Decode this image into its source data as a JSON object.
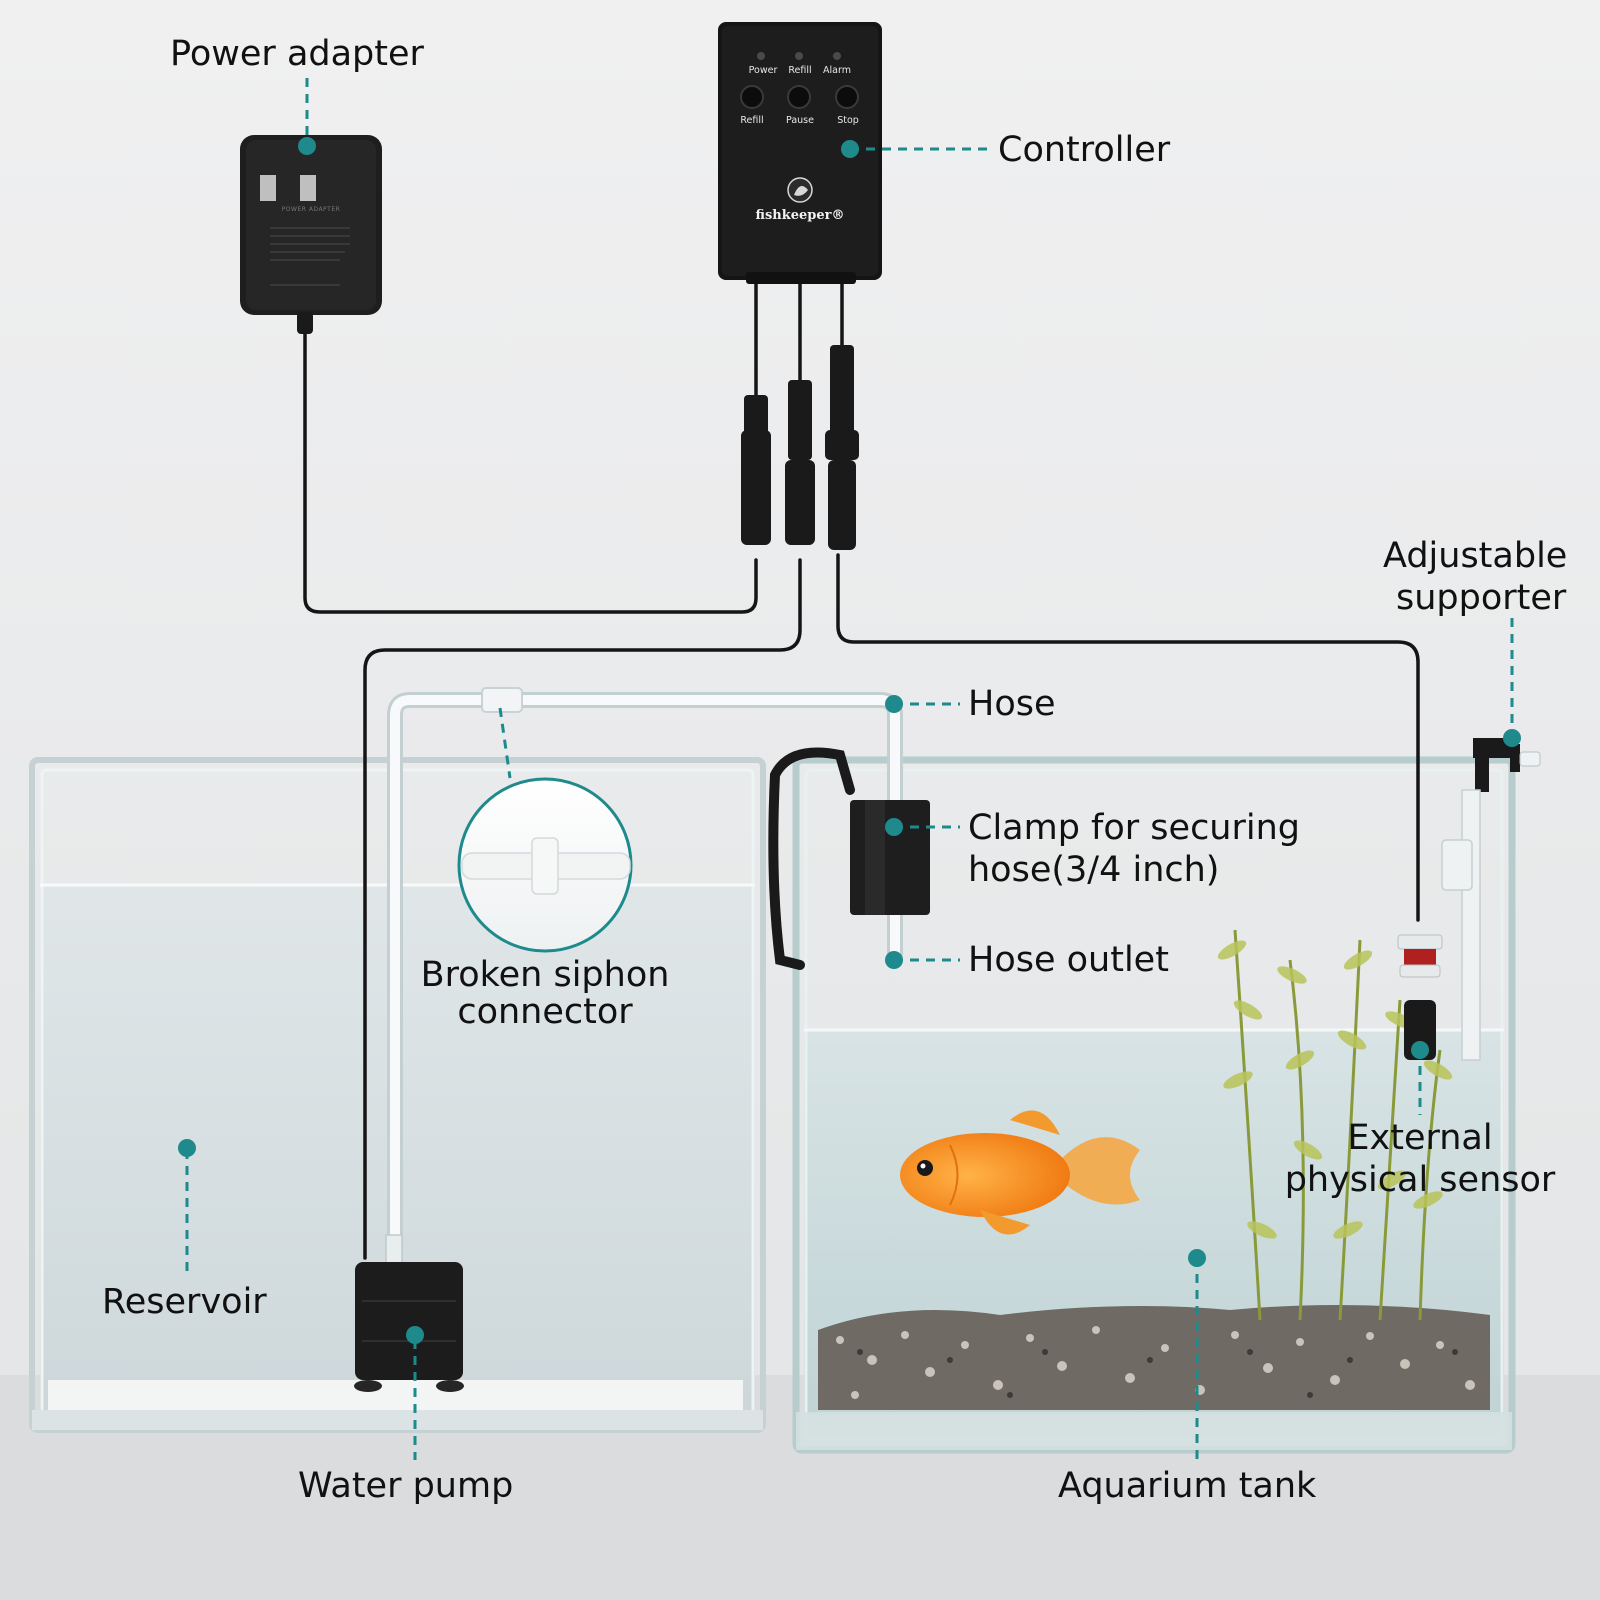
{
  "labels": {
    "power_adapter": "Power adapter",
    "controller": "Controller",
    "adjustable_supporter_line1": "Adjustable",
    "adjustable_supporter_line2": "supporter",
    "hose": "Hose",
    "clamp_line1": "Clamp for securing",
    "clamp_line2": "hose(3/4 inch)",
    "hose_outlet": "Hose outlet",
    "broken_siphon_line1": "Broken siphon",
    "broken_siphon_line2": "connector",
    "external_sensor_line1": "External",
    "external_sensor_line2": "physical sensor",
    "reservoir": "Reservoir",
    "water_pump": "Water pump",
    "aquarium_tank": "Aquarium tank"
  },
  "controller_panel": {
    "indicators": [
      "Power",
      "Refill",
      "Alarm"
    ],
    "buttons": [
      "Refill",
      "Pause",
      "Stop"
    ],
    "brand": "fishkeeper®"
  },
  "adapter_plate": "POWER ADAPTER",
  "colors": {
    "callout_teal": "#1e8a8c",
    "device_black": "#1c1c1c",
    "background": "#e9eaeb"
  }
}
